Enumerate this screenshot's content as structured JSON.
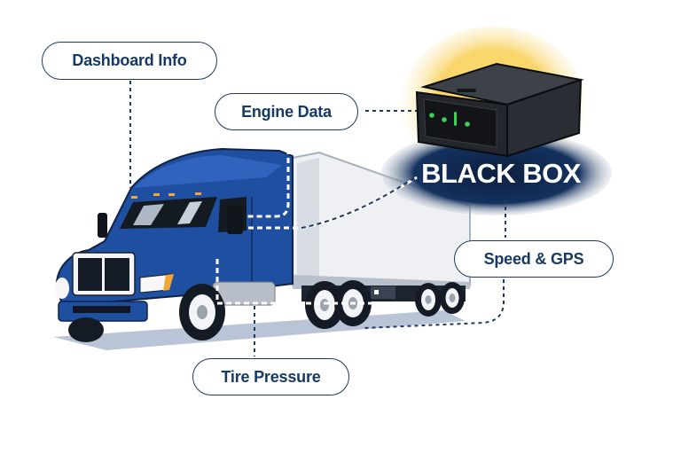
{
  "diagram": {
    "subject": "Semi truck with black box telematics data sources",
    "colors": {
      "truck_blue": "#1f4fa0",
      "label_text": "#163a63",
      "connector": "#1f3a5f",
      "black_box_glow": "#f5c518",
      "led_green": "#39d353",
      "trailer": "#eef0f3"
    }
  },
  "callouts": {
    "dashboard": "Dashboard Info",
    "engine": "Engine Data",
    "speed": "Speed & GPS",
    "tire": "Tire Pressure"
  },
  "black_box": {
    "label": "BLACK BOX"
  }
}
